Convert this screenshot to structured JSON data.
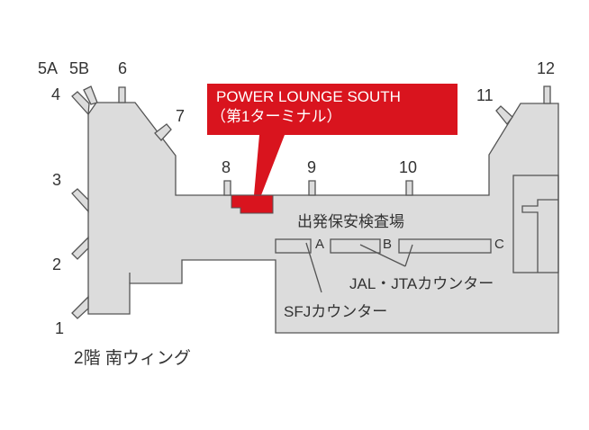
{
  "colors": {
    "floor": "#dcdcdc",
    "outline": "#555555",
    "accent": "#d9141e"
  },
  "callout": {
    "title": "POWER LOUNGE SOUTH",
    "subtitle": "（第1ターミナル）"
  },
  "gates": [
    "5A",
    "5B",
    "6",
    "4",
    "7",
    "11",
    "12",
    "8",
    "9",
    "10",
    "3",
    "2",
    "1"
  ],
  "security": "出発保安検査場",
  "counter_letters": [
    "A",
    "B",
    "C"
  ],
  "jal_counter": "JAL・JTAカウンター",
  "sfj_counter": "SFJカウンター",
  "floor_label": "2階 南ウィング"
}
